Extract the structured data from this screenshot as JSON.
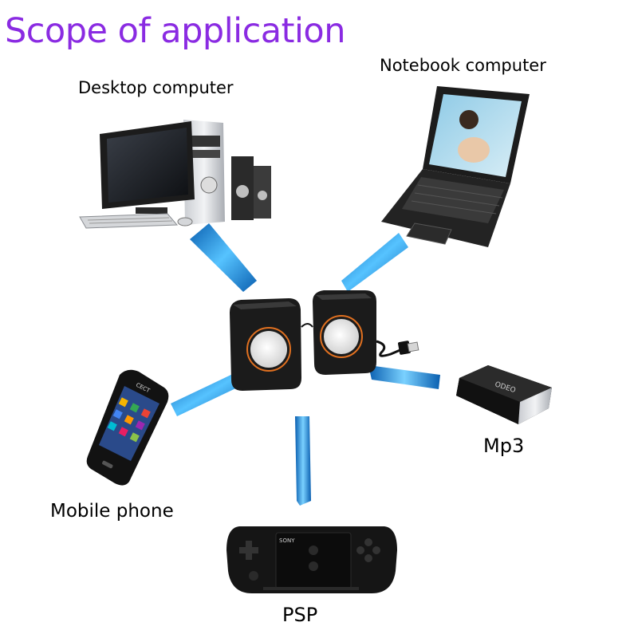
{
  "title": {
    "text": "Scope of application",
    "color": "#8a2be2"
  },
  "center_device": {
    "name": "usb-speaker-pair"
  },
  "devices": [
    {
      "id": "desktop",
      "label": "Desktop computer"
    },
    {
      "id": "notebook",
      "label": "Notebook computer"
    },
    {
      "id": "mp3",
      "label": "Mp3"
    },
    {
      "id": "mobile",
      "label": "Mobile phone"
    },
    {
      "id": "psp",
      "label": "PSP"
    }
  ],
  "brand_marks": {
    "phone": "CECT",
    "psp": "SONY",
    "mp3": "ODEO"
  },
  "colors": {
    "arrow": "#1ea0e6",
    "arrow_highlight": "#bfe8ff",
    "speaker_body": "#1b1b1b",
    "speaker_cone": "#f4f4f4",
    "speaker_ring": "#e07020"
  }
}
